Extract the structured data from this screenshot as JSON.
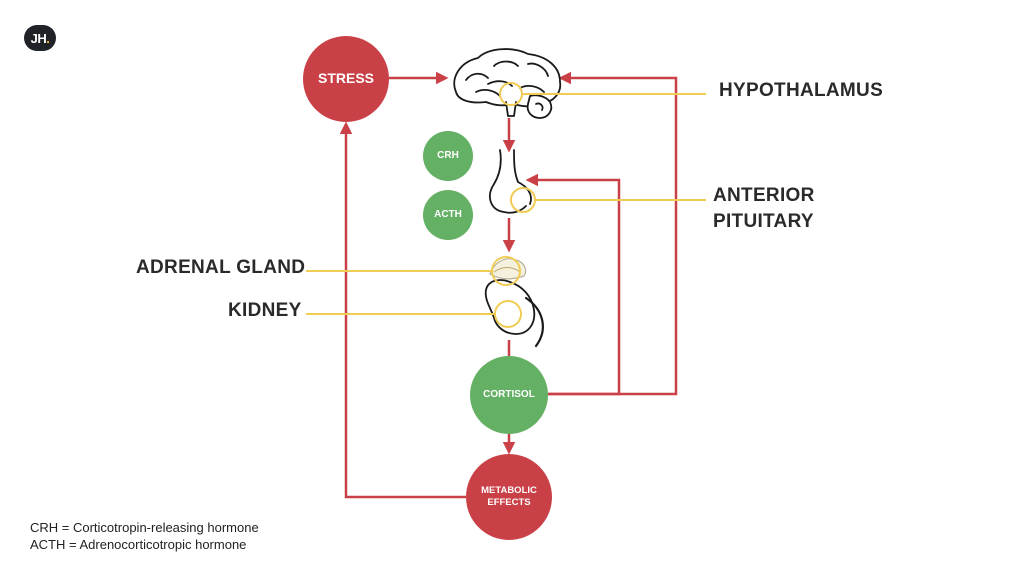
{
  "logo": {
    "text": "JH",
    "dot": "."
  },
  "nodes": {
    "stress": "STRESS",
    "crh": "CRH",
    "acth": "ACTH",
    "cortisol": "CORTISOL",
    "metabolic_line1": "METABOLIC",
    "metabolic_line2": "EFFECTS"
  },
  "labels": {
    "hypothalamus": "HYPOTHALAMUS",
    "anterior_pituitary_line1": "ANTERIOR",
    "anterior_pituitary_line2": "PITUITARY",
    "adrenal_gland": "ADRENAL GLAND",
    "kidney": "KIDNEY"
  },
  "legend": {
    "crh": "CRH = Corticotropin-releasing hormone",
    "acth": "ACTH = Adrenocorticotropic hormone"
  },
  "colors": {
    "red": "#c94147",
    "green": "#64b064",
    "yellow": "#f0cc55",
    "line_red": "#c94147"
  }
}
